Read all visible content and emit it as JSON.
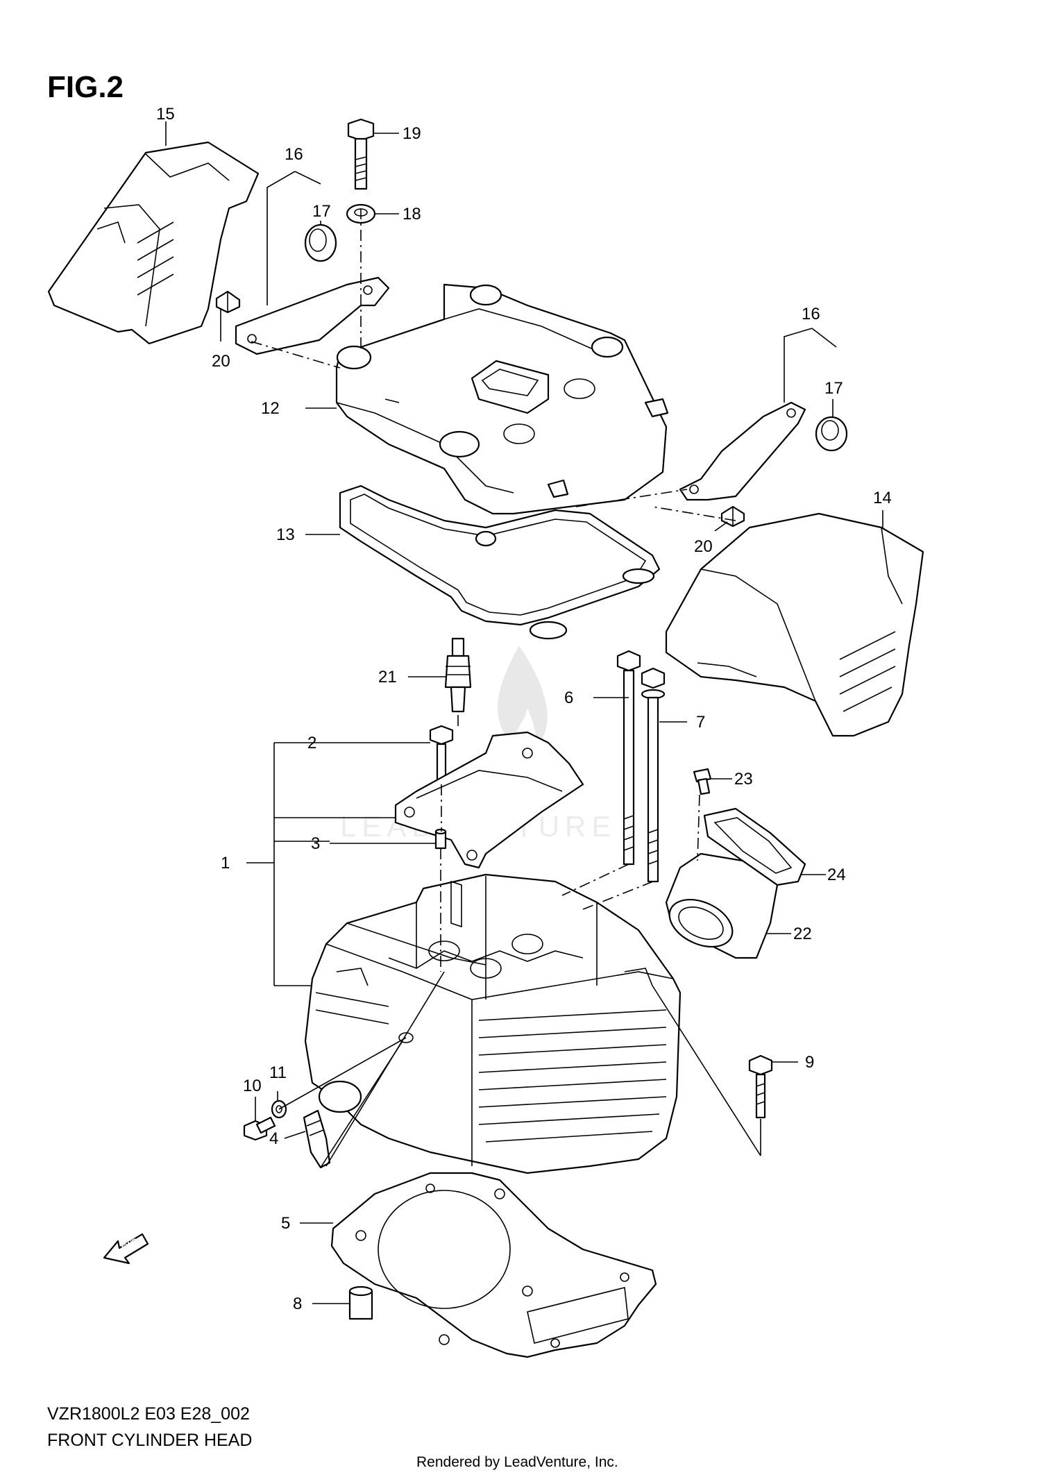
{
  "figure": {
    "title": "FIG.2",
    "model_code": "VZR1800L2 E03 E28_002",
    "name": "FRONT CYLINDER HEAD",
    "credit": "Rendered by LeadVenture, Inc.",
    "direction_mark": "FWD",
    "watermark": "LEADVENTURE"
  },
  "callouts": [
    {
      "key": "c1",
      "number": "1"
    },
    {
      "key": "c2",
      "number": "2"
    },
    {
      "key": "c3",
      "number": "3"
    },
    {
      "key": "c4",
      "number": "4"
    },
    {
      "key": "c5",
      "number": "5"
    },
    {
      "key": "c6",
      "number": "6"
    },
    {
      "key": "c7",
      "number": "7"
    },
    {
      "key": "c8",
      "number": "8"
    },
    {
      "key": "c9",
      "number": "9"
    },
    {
      "key": "c10",
      "number": "10"
    },
    {
      "key": "c11",
      "number": "11"
    },
    {
      "key": "c12",
      "number": "12"
    },
    {
      "key": "c13",
      "number": "13"
    },
    {
      "key": "c14",
      "number": "14"
    },
    {
      "key": "c15",
      "number": "15"
    },
    {
      "key": "c16a",
      "number": "16"
    },
    {
      "key": "c16b",
      "number": "16"
    },
    {
      "key": "c17a",
      "number": "17"
    },
    {
      "key": "c17b",
      "number": "17"
    },
    {
      "key": "c18",
      "number": "18"
    },
    {
      "key": "c19",
      "number": "19"
    },
    {
      "key": "c20a",
      "number": "20"
    },
    {
      "key": "c20b",
      "number": "20"
    },
    {
      "key": "c21",
      "number": "21"
    },
    {
      "key": "c22",
      "number": "22"
    },
    {
      "key": "c23",
      "number": "23"
    },
    {
      "key": "c24",
      "number": "24"
    }
  ]
}
